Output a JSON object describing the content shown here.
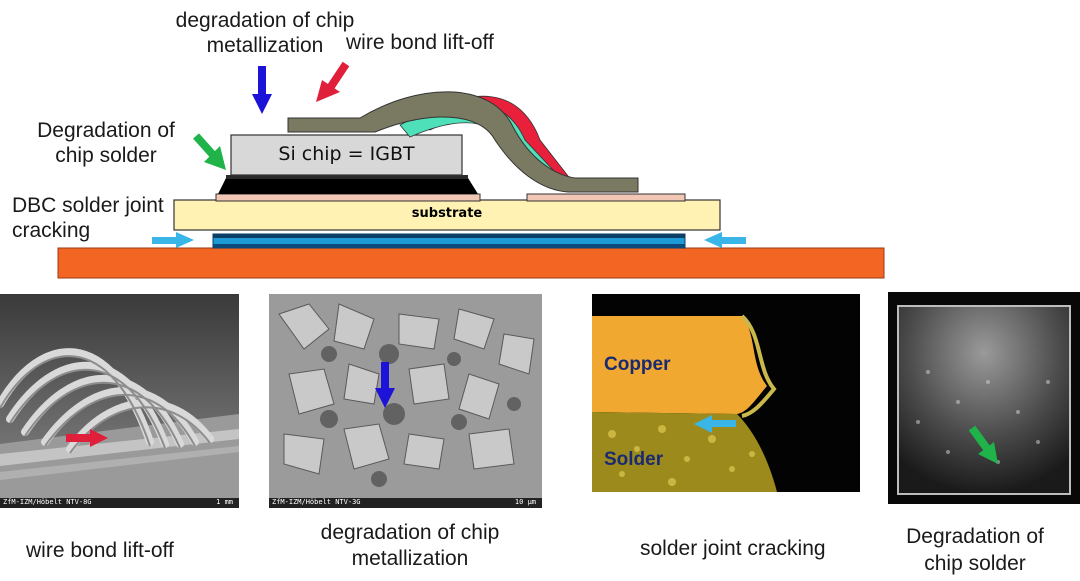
{
  "labels": {
    "degradation_metallization": "degradation of chip metallization",
    "wire_bond_liftoff": "wire bond lift-off",
    "degradation_chip_solder": "Degradation of chip solder",
    "dbc_solder_joint": "DBC solder joint cracking",
    "si_chip": "Si chip = IGBT",
    "substrate": "substrate"
  },
  "captions": {
    "wire_bond": "wire bond lift-off",
    "metallization_line1": "degradation of chip",
    "metallization_line2": "metallization",
    "solder_joint": "solder joint cracking",
    "chip_solder_line1": "Degradation of",
    "chip_solder_line2": "chip solder"
  },
  "photos": {
    "sem1_footer_left": "ZfM-IZM/Höbelt  NTV-8G",
    "sem1_footer_right": "1 mm",
    "sem2_footer_left": "ZfM-IZM/Höbelt  NTV-3G",
    "sem2_footer_right": "10 µm",
    "copper": "Copper",
    "solder": "Solder"
  },
  "colors": {
    "baseplate": "#f26522",
    "substrate": "#fff2b3",
    "chip": "#d8d8d8",
    "wire_gray": "#7a7a62",
    "wire_cyan": "#4ee0b8",
    "wire_red": "#e8203c",
    "arrow_blue": "#1c12d8",
    "arrow_red": "#e0203a",
    "arrow_green": "#1fb34a",
    "arrow_cyan": "#39b5e8"
  }
}
